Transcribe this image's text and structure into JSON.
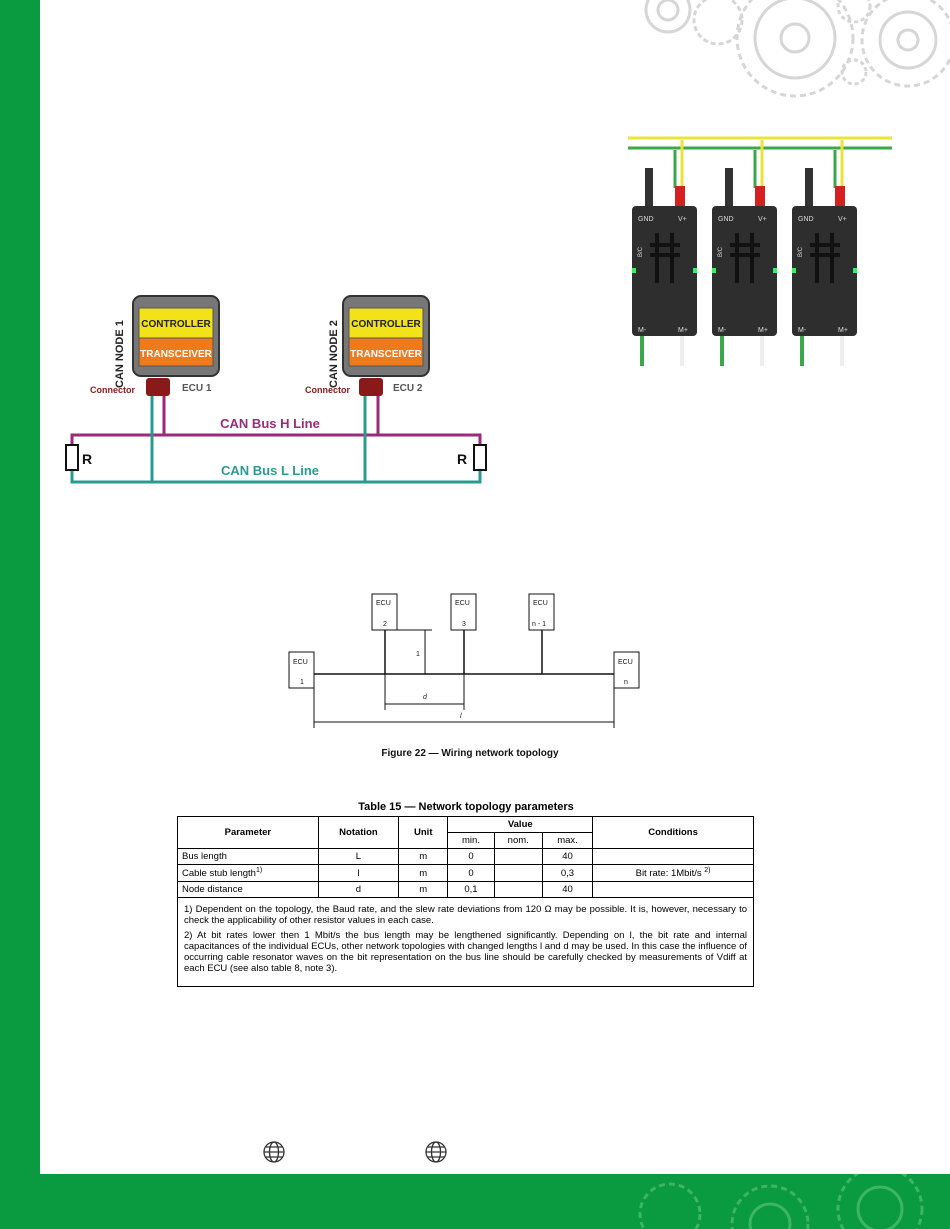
{
  "colors": {
    "green_band": "#0a9a3f",
    "h_line": "#9a2a7a",
    "l_line": "#2a9a8f",
    "controller": "#f2e21a",
    "transceiver": "#ee7a1a",
    "connector": "#8a1a1a"
  },
  "can_diagram": {
    "node1_label": "CAN NODE 1",
    "node2_label": "CAN NODE 2",
    "controller_label": "CONTROLLER",
    "transceiver_label": "TRANSCEIVER",
    "connector_label": "Connector",
    "ecu1_label": "ECU 1",
    "ecu2_label": "ECU 2",
    "h_line_label": "CAN Bus H Line",
    "l_line_label": "CAN Bus L Line",
    "resistor_label": "R"
  },
  "connector_photo": {
    "pin_gnd": "GND",
    "pin_vplus": "V+",
    "pin_blc": "B/C",
    "pin_mminus": "M-",
    "pin_mplus": "M+"
  },
  "topology_figure": {
    "ecu_label": "ECU",
    "ecu_ids": [
      "1",
      "2",
      "3",
      "n - 1",
      "n"
    ],
    "dim_stub": "1",
    "dim_distance": "d",
    "dim_length": "l",
    "caption": "Figure 22 — Wiring network topology"
  },
  "table": {
    "title": "Table 15 — Network topology parameters",
    "headers": {
      "parameter": "Parameter",
      "notation": "Notation",
      "unit": "Unit",
      "value": "Value",
      "min": "min.",
      "nom": "nom.",
      "max": "max.",
      "conditions": "Conditions"
    },
    "rows": [
      {
        "parameter": "Bus length",
        "notation": "L",
        "unit": "m",
        "min": "0",
        "nom": "",
        "max": "40",
        "conditions": ""
      },
      {
        "parameter": "Cable stub length",
        "sup": "1)",
        "notation": "l",
        "unit": "m",
        "min": "0",
        "nom": "",
        "max": "0,3",
        "conditions": "Bit rate: 1Mbit/s",
        "cond_sup": "2)"
      },
      {
        "parameter": "Node distance",
        "notation": "d",
        "unit": "m",
        "min": "0,1",
        "nom": "",
        "max": "40",
        "conditions": ""
      }
    ],
    "note1": "1)  Dependent on the topology, the Baud rate, and the slew rate deviations from 120 Ω may be possible. It is, however, necessary to check the applicability of other resistor values in each case.",
    "note2": "2)  At bit rates lower then 1 Mbit/s the bus length may be lengthened significantly. Depending on l, the bit rate and internal capacitances of the individual ECUs, other network topologies with changed lengths l and d may be used. In this case the influence of occurring cable resonator waves on the bit representation on the bus line should be carefully checked by measurements of Vdiff at each ECU (see also table 8, note 3)."
  },
  "footer": {
    "globe_icon": "globe-icon"
  }
}
